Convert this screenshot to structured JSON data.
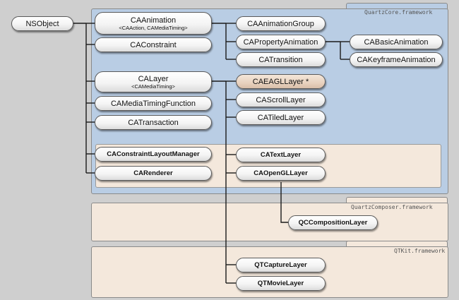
{
  "colors": {
    "background": "#cfcfcf",
    "quartzcore_fill": "#b9cde4",
    "peach_fill": "#f4e8dc",
    "highlight_node": "#e8d2bf"
  },
  "frameworks": {
    "quartzcore": "QuartzCore.framework",
    "quartzcomposer": "QuartzComposer.framework",
    "qtkit": "QTKit.framework"
  },
  "nodes": {
    "nsobject": "NSObject",
    "caanimation": "CAAnimation",
    "caanimation_sub": "<CAAction, CAMediaTiming>",
    "caconstraint": "CAConstraint",
    "calayer": "CALayer",
    "calayer_sub": "<CAMediaTiming>",
    "camediatimingfunction": "CAMediaTimingFunction",
    "catransaction": "CATransaction",
    "caconstraintlayoutmanager": "CAConstraintLayoutManager",
    "carenderer": "CARenderer",
    "caanimationgroup": "CAAnimationGroup",
    "capropertyanimation": "CAPropertyAnimation",
    "catransition": "CATransition",
    "cabasicanimation": "CABasicAnimation",
    "cakeyframeanimation": "CAKeyframeAnimation",
    "caeagllayer": "CAEAGLLayer *",
    "cascrolllayer": "CAScrollLayer",
    "catiledlayer": "CATiledLayer",
    "catextlayer": "CATextLayer",
    "caopengllayer": "CAOpenGLLayer",
    "qccompositionlayer": "QCCompositionLayer",
    "qtcapturelayer": "QTCaptureLayer",
    "qtmovielayer": "QTMovieLayer"
  }
}
